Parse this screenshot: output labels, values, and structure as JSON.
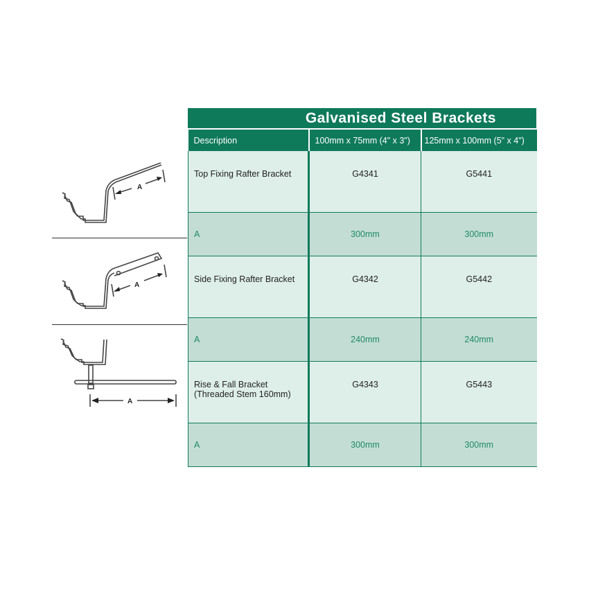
{
  "title": "Galvanised Steel Brackets",
  "columns": [
    "Description",
    "100mm x 75mm (4\" x 3\")",
    "125mm x 100mm (5\" x 4\")"
  ],
  "rows": [
    {
      "description": "Top Fixing Rafter Bracket",
      "col1": "G4341",
      "col2": "G5441",
      "dim_label": "A",
      "dim1": "300mm",
      "dim2": "300mm"
    },
    {
      "description": "Side Fixing Rafter Bracket",
      "col1": "G4342",
      "col2": "G5442",
      "dim_label": "A",
      "dim1": "240mm",
      "dim2": "240mm"
    },
    {
      "description": "Rise & Fall Bracket",
      "description2": "(Threaded Stem 160mm)",
      "col1": "G4343",
      "col2": "G5443",
      "dim_label": "A",
      "dim1": "300mm",
      "dim2": "300mm"
    }
  ],
  "diagram_label": "A",
  "colors": {
    "brand_green": "#0f7a5a",
    "row_light": "#deeee8",
    "row_dark": "#c3ddd4"
  }
}
